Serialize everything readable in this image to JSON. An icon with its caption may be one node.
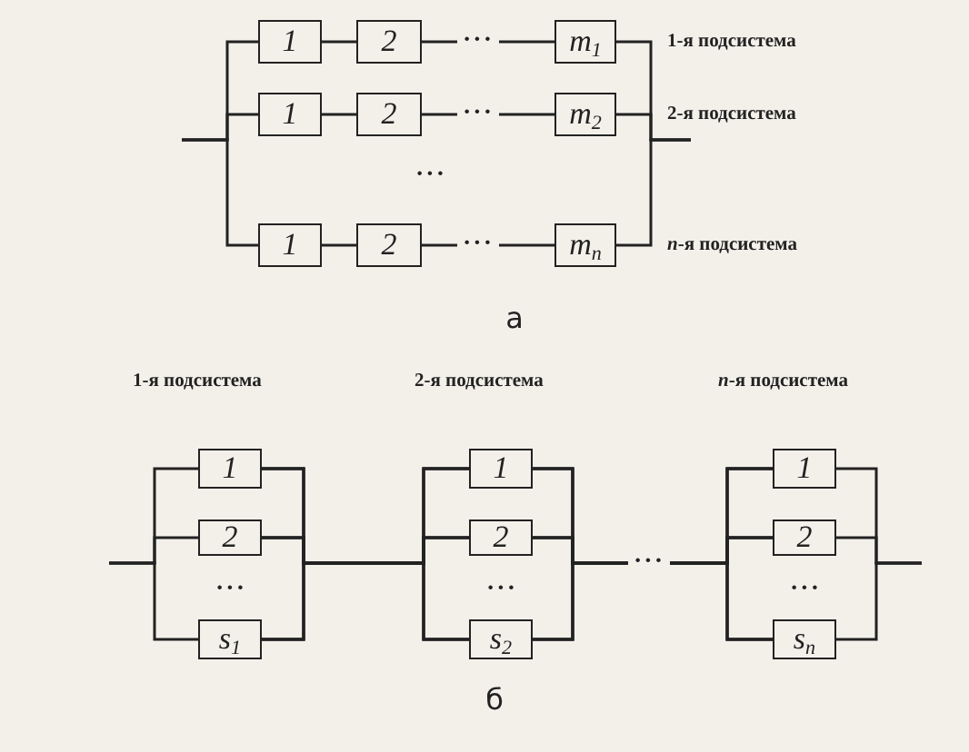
{
  "diagram": {
    "nodes": [
      {
        "text": [
          "1"
        ]
      },
      {
        "text": [
          "2"
        ]
      },
      {
        "text": [
          "m$_{1}$"
        ]
      },
      {
        "text": [
          "1"
        ]
      },
      {
        "text": [
          "2"
        ]
      },
      {
        "text": [
          "m$_{2}$"
        ]
      },
      {
        "text": [
          "1"
        ]
      },
      {
        "text": [
          "2"
        ]
      },
      {
        "text": [
          "m$_{n}$"
        ]
      },
      {
        "text": [
          "1"
        ]
      },
      {
        "text": [
          "2"
        ]
      },
      {
        "text": [
          "s$_{1}$"
        ]
      },
      {
        "text": [
          "1"
        ]
      },
      {
        "text": [
          "2"
        ]
      },
      {
        "text": [
          "s$_{2}$"
        ]
      },
      {
        "text": [
          "1"
        ]
      },
      {
        "text": [
          "2"
        ]
      },
      {
        "text": [
          "s$_{n}$"
        ]
      }
    ],
    "edges": [
      {
        "from": null,
        "to": 0,
        "arrow": "none"
      },
      {
        "from": null,
        "to": 3,
        "arrow": "none"
      },
      {
        "from": null,
        "to": 6,
        "arrow": "none"
      },
      {
        "from": 0,
        "to": 1,
        "arrow": "none"
      },
      {
        "from": 1,
        "to": 2,
        "arrow": "none"
      },
      {
        "from": 3,
        "to": 4,
        "arrow": "none"
      },
      {
        "from": 4,
        "to": 5,
        "arrow": "none"
      },
      {
        "from": 6,
        "to": 7,
        "arrow": "none"
      },
      {
        "from": 7,
        "to": 8,
        "arrow": "none"
      },
      {
        "from": 2,
        "to": null,
        "arrow": "none"
      },
      {
        "from": 5,
        "to": null,
        "arrow": "none"
      },
      {
        "from": 8,
        "to": null,
        "arrow": "none"
      },
      {
        "from": null,
        "to": 9,
        "arrow": "none"
      },
      {
        "from": null,
        "to": 10,
        "arrow": "none"
      },
      {
        "from": null,
        "to": 11,
        "arrow": "none"
      },
      {
        "from": 9,
        "to": 12,
        "arrow": "none"
      },
      {
        "from": 9,
        "to": 13,
        "arrow": "none"
      },
      {
        "from": 9,
        "to": 14,
        "arrow": "none"
      },
      {
        "from": 10,
        "to": 12,
        "arrow": "none"
      },
      {
        "from": 10,
        "to": 13,
        "arrow": "none"
      },
      {
        "from": 10,
        "to": 14,
        "arrow": "none"
      },
      {
        "from": 11,
        "to": 12,
        "arrow": "none"
      },
      {
        "from": 11,
        "to": 13,
        "arrow": "none"
      },
      {
        "from": 11,
        "to": 14,
        "arrow": "none"
      },
      {
        "from": 12,
        "to": 15,
        "arrow": "none"
      },
      {
        "from": 12,
        "to": 16,
        "arrow": "none"
      },
      {
        "from": 12,
        "to": 17,
        "arrow": "none"
      },
      {
        "from": 13,
        "to": 15,
        "arrow": "none"
      },
      {
        "from": 13,
        "to": 16,
        "arrow": "none"
      },
      {
        "from": 13,
        "to": 17,
        "arrow": "none"
      },
      {
        "from": 14,
        "to": 15,
        "arrow": "none"
      },
      {
        "from": 14,
        "to": 16,
        "arrow": "none"
      },
      {
        "from": 14,
        "to": 17,
        "arrow": "none"
      },
      {
        "from": 15,
        "to": null,
        "arrow": "none"
      },
      {
        "from": 16,
        "to": null,
        "arrow": "none"
      },
      {
        "from": 17,
        "to": null,
        "arrow": "none"
      }
    ],
    "labels": [
      "1-я подсистема",
      "···",
      "2-я подсистема",
      "···",
      "···",
      "···",
      "*n*-я подсистема",
      "а",
      "1-я подсистема",
      "2-я подсистема",
      "*n*-я подсистема",
      "···",
      "···",
      "···",
      "···",
      "б"
    ]
  }
}
